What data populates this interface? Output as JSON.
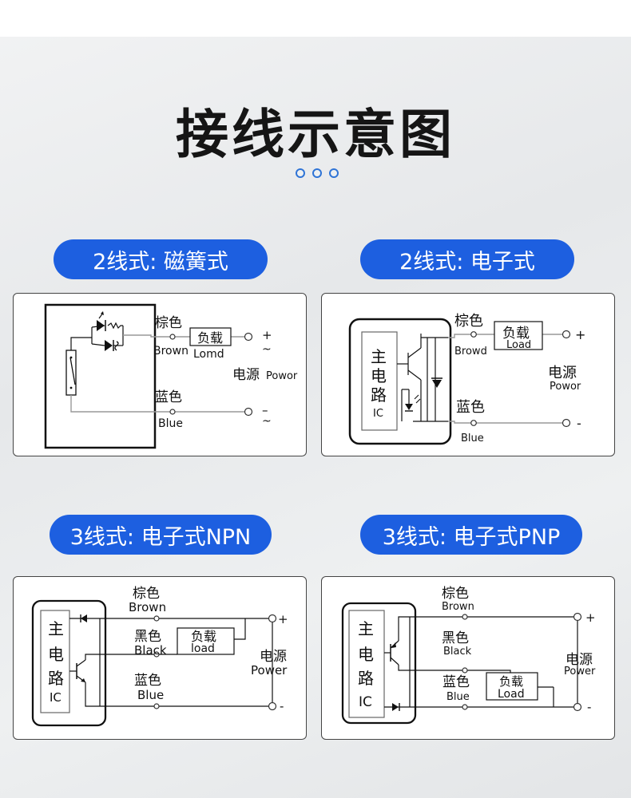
{
  "header": {
    "title": "接线示意图"
  },
  "sections": [
    {
      "pill": "2线式: 磁簧式",
      "labels": {
        "brown_cn": "棕色",
        "brown_en": "Brown",
        "load_cn": "负载",
        "load_en": "Lomd",
        "blue_cn": "蓝色",
        "blue_en": "Blue",
        "power_cn": "电源",
        "power_en": "Powor",
        "plus": "+",
        "minus": "–",
        "ac1": "~",
        "ac2": "~"
      }
    },
    {
      "pill": "2线式: 电子式",
      "labels": {
        "ic1": "主",
        "ic2": "电",
        "ic3": "路",
        "ic_en": "IC",
        "brown_cn": "棕色",
        "brown_en": "Browd",
        "load_cn": "负载",
        "load_en": "Load",
        "blue_cn": "蓝色",
        "blue_en": "Blue",
        "power_cn": "电源",
        "power_en": "Powor",
        "plus": "+",
        "minus": "-"
      }
    },
    {
      "pill": "3线式: 电子式NPN",
      "labels": {
        "ic1": "主",
        "ic2": "电",
        "ic3": "路",
        "ic_en": "IC",
        "brown_cn": "棕色",
        "brown_en": "Brown",
        "black_cn": "黑色",
        "black_en": "Black",
        "blue_cn": "蓝色",
        "blue_en": "Blue",
        "load_cn": "负载",
        "load_en": "load",
        "power_cn": "电源",
        "power_en": "Power",
        "plus": "+",
        "minus": "-"
      }
    },
    {
      "pill": "3线式: 电子式PNP",
      "labels": {
        "ic1": "主",
        "ic2": "电",
        "ic3": "路",
        "ic_en": "IC",
        "brown_cn": "棕色",
        "brown_en": "Brown",
        "black_cn": "黑色",
        "black_en": "Black",
        "blue_cn": "蓝色",
        "blue_en": "Blue",
        "load_cn": "负载",
        "load_en": "Load",
        "power_cn": "电源",
        "power_en": "Power",
        "plus": "+",
        "minus": "-"
      }
    }
  ]
}
